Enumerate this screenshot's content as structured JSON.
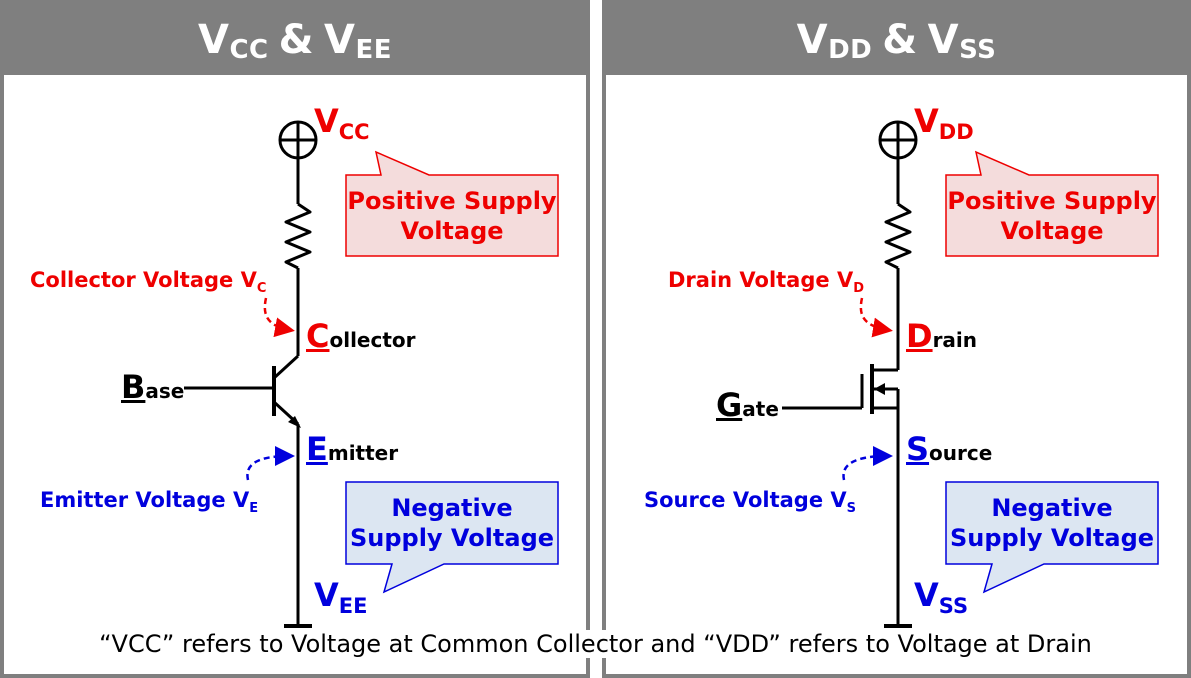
{
  "left": {
    "title": {
      "main1": "V",
      "sub1": "CC",
      "amp": "&",
      "main2": "V",
      "sub2": "EE"
    },
    "top_rail": {
      "main": "V",
      "sub": "CC"
    },
    "bottom_rail": {
      "main": "V",
      "sub": "EE"
    },
    "positive_callout": "Positive Supply Voltage",
    "negative_callout": "Negative Supply Voltage",
    "upper_voltage": {
      "text": "Collector Voltage V",
      "sub": "C"
    },
    "lower_voltage": {
      "text": "Emitter Voltage V",
      "sub": "E"
    },
    "terminal_upper": {
      "initial": "C",
      "rest": "ollector"
    },
    "terminal_control": {
      "initial": "B",
      "rest": "ase"
    },
    "terminal_lower": {
      "initial": "E",
      "rest": "mitter"
    }
  },
  "right": {
    "title": {
      "main1": "V",
      "sub1": "DD",
      "amp": "&",
      "main2": "V",
      "sub2": "SS"
    },
    "top_rail": {
      "main": "V",
      "sub": "DD"
    },
    "bottom_rail": {
      "main": "V",
      "sub": "SS"
    },
    "positive_callout": "Positive Supply Voltage",
    "negative_callout": "Negative Supply Voltage",
    "upper_voltage": {
      "text": "Drain Voltage V",
      "sub": "D"
    },
    "lower_voltage": {
      "text": "Source Voltage V",
      "sub": "S"
    },
    "terminal_upper": {
      "initial": "D",
      "rest": "rain"
    },
    "terminal_control": {
      "initial": "G",
      "rest": "ate"
    },
    "terminal_lower": {
      "initial": "S",
      "rest": "ource"
    }
  },
  "footnote": "“VCC” refers to Voltage at Common Collector and “VDD” refers to Voltage at Drain",
  "colors": {
    "frame": "#7f7f7f",
    "positive": "#ee0000",
    "negative": "#0000dd",
    "positive_fill": "#f4dcdc",
    "negative_fill": "#dce6f2"
  },
  "icons": {
    "supply": "circle-plus-supply-icon",
    "ground": "ground-icon",
    "resistor": "resistor-icon",
    "bjt": "npn-transistor-icon",
    "mosfet": "nmos-transistor-icon"
  }
}
